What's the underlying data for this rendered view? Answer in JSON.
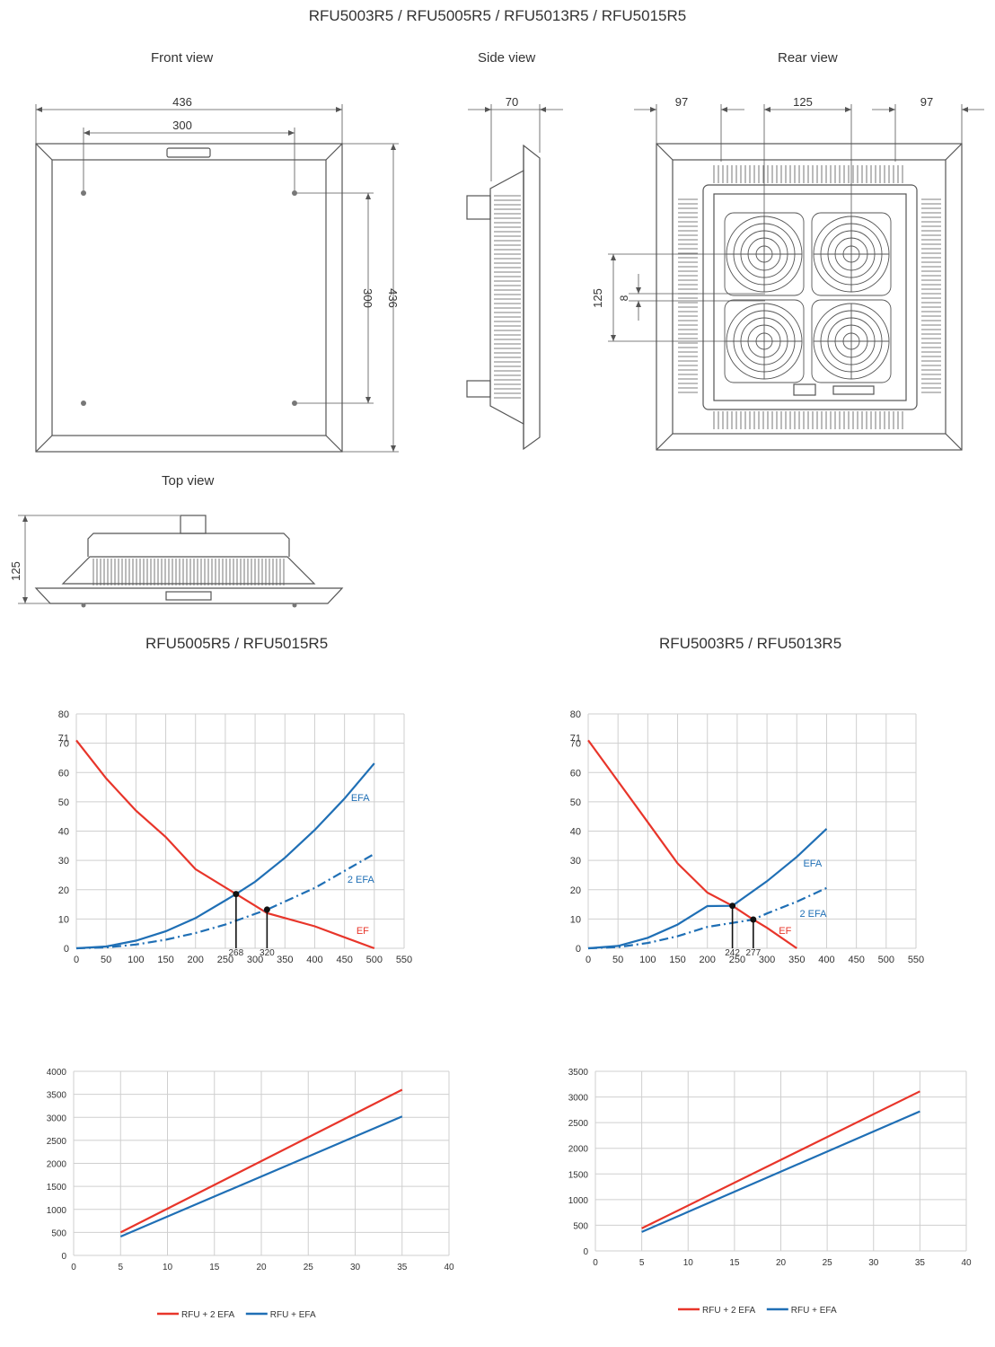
{
  "title": "RFU5003R5 / RFU5005R5 / RFU5013R5 / RFU5015R5",
  "views": {
    "front": "Front view",
    "side": "Side view",
    "rear": "Rear view",
    "top": "Top view"
  },
  "dimensions": {
    "front_width": "436",
    "front_hole_spacing_x": "300",
    "front_hole_spacing_y": "300",
    "front_height": "436",
    "side_depth": "70",
    "rear_left": "97",
    "rear_center": "125",
    "rear_right": "97",
    "rear_fan_spacing": "125",
    "rear_fan_gap": "8",
    "top_height": "125"
  },
  "colors": {
    "red": "#e8352a",
    "blue": "#1f6fb5",
    "grid": "#cfcfcf",
    "drawing": "#555555"
  },
  "chart_data": [
    {
      "type": "line",
      "title": "RFU5005R5 / RFU5015R5",
      "xlim": [
        0,
        550
      ],
      "ylim": [
        0,
        80
      ],
      "xticks": [
        0,
        50,
        100,
        150,
        200,
        250,
        300,
        350,
        400,
        450,
        500,
        550
      ],
      "yticks": [
        0,
        10,
        20,
        30,
        40,
        50,
        60,
        70,
        80
      ],
      "extra_ytick": 71,
      "series": [
        {
          "name": "EF",
          "style": "solid",
          "color": "red",
          "x": [
            0,
            50,
            100,
            150,
            200,
            268,
            320,
            400,
            500
          ],
          "y": [
            71,
            58,
            47,
            38,
            27,
            18.5,
            12,
            7.5,
            0
          ]
        },
        {
          "name": "EFA",
          "style": "solid",
          "color": "blue",
          "x": [
            0,
            50,
            100,
            150,
            200,
            268,
            300,
            350,
            400,
            450,
            500
          ],
          "y": [
            0,
            0.6,
            2.6,
            5.8,
            10.3,
            18.5,
            22.7,
            30.9,
            40.4,
            51.1,
            63.1
          ]
        },
        {
          "name": "2 EFA",
          "style": "dashdot",
          "color": "blue",
          "x": [
            0,
            50,
            100,
            150,
            200,
            250,
            320,
            400,
            500
          ],
          "y": [
            0,
            0.3,
            1.3,
            2.9,
            5.2,
            8.1,
            13.2,
            20.6,
            32.2
          ]
        }
      ],
      "intersections": [
        {
          "x": 268,
          "y": 18.5,
          "label": "268"
        },
        {
          "x": 320,
          "y": 13.2,
          "label": "320"
        }
      ]
    },
    {
      "type": "line",
      "title": "RFU5003R5 / RFU5013R5",
      "xlim": [
        0,
        550
      ],
      "ylim": [
        0,
        80
      ],
      "xticks": [
        0,
        50,
        100,
        150,
        200,
        250,
        300,
        350,
        400,
        450,
        500,
        550
      ],
      "yticks": [
        0,
        10,
        20,
        30,
        40,
        50,
        60,
        70,
        80
      ],
      "extra_ytick": 71,
      "series": [
        {
          "name": "EF",
          "style": "solid",
          "color": "red",
          "x": [
            0,
            50,
            100,
            150,
            200,
            242,
            277,
            300,
            350
          ],
          "y": [
            71,
            57,
            43,
            29,
            19,
            14.5,
            9.8,
            7,
            0
          ]
        },
        {
          "name": "EFA",
          "style": "solid",
          "color": "blue",
          "x": [
            0,
            50,
            100,
            150,
            200,
            242,
            300,
            350,
            400
          ],
          "y": [
            0,
            0.8,
            3.6,
            8.1,
            14.4,
            14.5,
            22.9,
            31.2,
            40.8
          ]
        },
        {
          "name": "2 EFA",
          "style": "dashdot",
          "color": "blue",
          "x": [
            0,
            50,
            100,
            150,
            200,
            277,
            300,
            350,
            400
          ],
          "y": [
            0,
            0.4,
            1.8,
            4.1,
            7.3,
            9.8,
            11.9,
            15.9,
            20.6
          ]
        }
      ],
      "intersections": [
        {
          "x": 242,
          "y": 14.5,
          "label": "242"
        },
        {
          "x": 277,
          "y": 9.8,
          "label": "277"
        }
      ]
    },
    {
      "type": "line",
      "xlim": [
        0,
        40
      ],
      "ylim": [
        0,
        4000
      ],
      "xticks": [
        0,
        5,
        10,
        15,
        20,
        25,
        30,
        35,
        40
      ],
      "yticks": [
        0,
        500,
        1000,
        1500,
        2000,
        2500,
        3000,
        3500,
        4000
      ],
      "series": [
        {
          "name": "RFU + 2 EFA",
          "style": "solid",
          "color": "red",
          "x": [
            5,
            35
          ],
          "y": [
            500,
            3600
          ]
        },
        {
          "name": "RFU + EFA",
          "style": "solid",
          "color": "blue",
          "x": [
            5,
            35
          ],
          "y": [
            410,
            3020
          ]
        }
      ]
    },
    {
      "type": "line",
      "xlim": [
        0,
        40
      ],
      "ylim": [
        0,
        3500
      ],
      "xticks": [
        0,
        5,
        10,
        15,
        20,
        25,
        30,
        35,
        40
      ],
      "yticks": [
        0,
        500,
        1000,
        1500,
        2000,
        2500,
        3000,
        3500
      ],
      "series": [
        {
          "name": "RFU + 2 EFA",
          "style": "solid",
          "color": "red",
          "x": [
            5,
            35
          ],
          "y": [
            440,
            3110
          ]
        },
        {
          "name": "RFU + EFA",
          "style": "solid",
          "color": "blue",
          "x": [
            5,
            35
          ],
          "y": [
            370,
            2720
          ]
        }
      ]
    }
  ]
}
